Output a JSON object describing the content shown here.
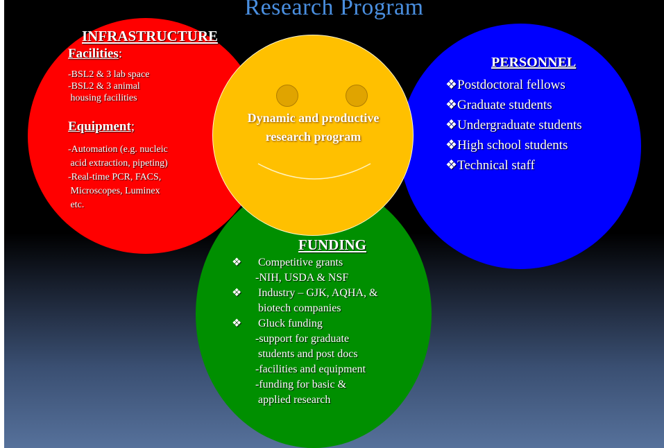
{
  "title": "Research Program",
  "colors": {
    "red_circle": "#ff0000",
    "blue_circle": "#0000ff",
    "green_circle": "#008f00",
    "yellow_circle": "#ffc000",
    "title": "#4a8fe0"
  },
  "infrastructure": {
    "heading": "INFRASTRUCTURE",
    "facilities_label": "Facilities",
    "facilities_colon": ":",
    "facilities_items": [
      "-BSL2 & 3 lab space",
      "-BSL2 & 3 animal",
      " housing facilities"
    ],
    "equipment_label": "Equipment",
    "equipment_colon": ";",
    "equipment_items": [
      "-Automation (e.g. nucleic",
      " acid extraction, pipeting)",
      "-Real-time PCR, FACS,",
      " Microscopes, Luminex",
      " etc."
    ]
  },
  "center": {
    "text": "Dynamic and productive research program",
    "decoration": "smiley-face"
  },
  "personnel": {
    "heading": "PERSONNEL",
    "bullet": "❖",
    "items": [
      "Postdoctoral fellows",
      "Graduate students",
      "Undergraduate students",
      "High school students",
      "Technical staff"
    ]
  },
  "funding": {
    "heading": "FUNDING",
    "bullet": "❖",
    "bullet1": "Competitive grants",
    "bullet1_sub": "-NIH, USDA & NSF",
    "bullet2": "Industry – GJK, AQHA, &",
    "bullet2_cont": "biotech companies",
    "bullet3": "Gluck funding",
    "bullet3_subs": [
      "-support for graduate",
      " students and post docs",
      "-facilities and equipment",
      "-funding for basic &",
      " applied research"
    ]
  }
}
